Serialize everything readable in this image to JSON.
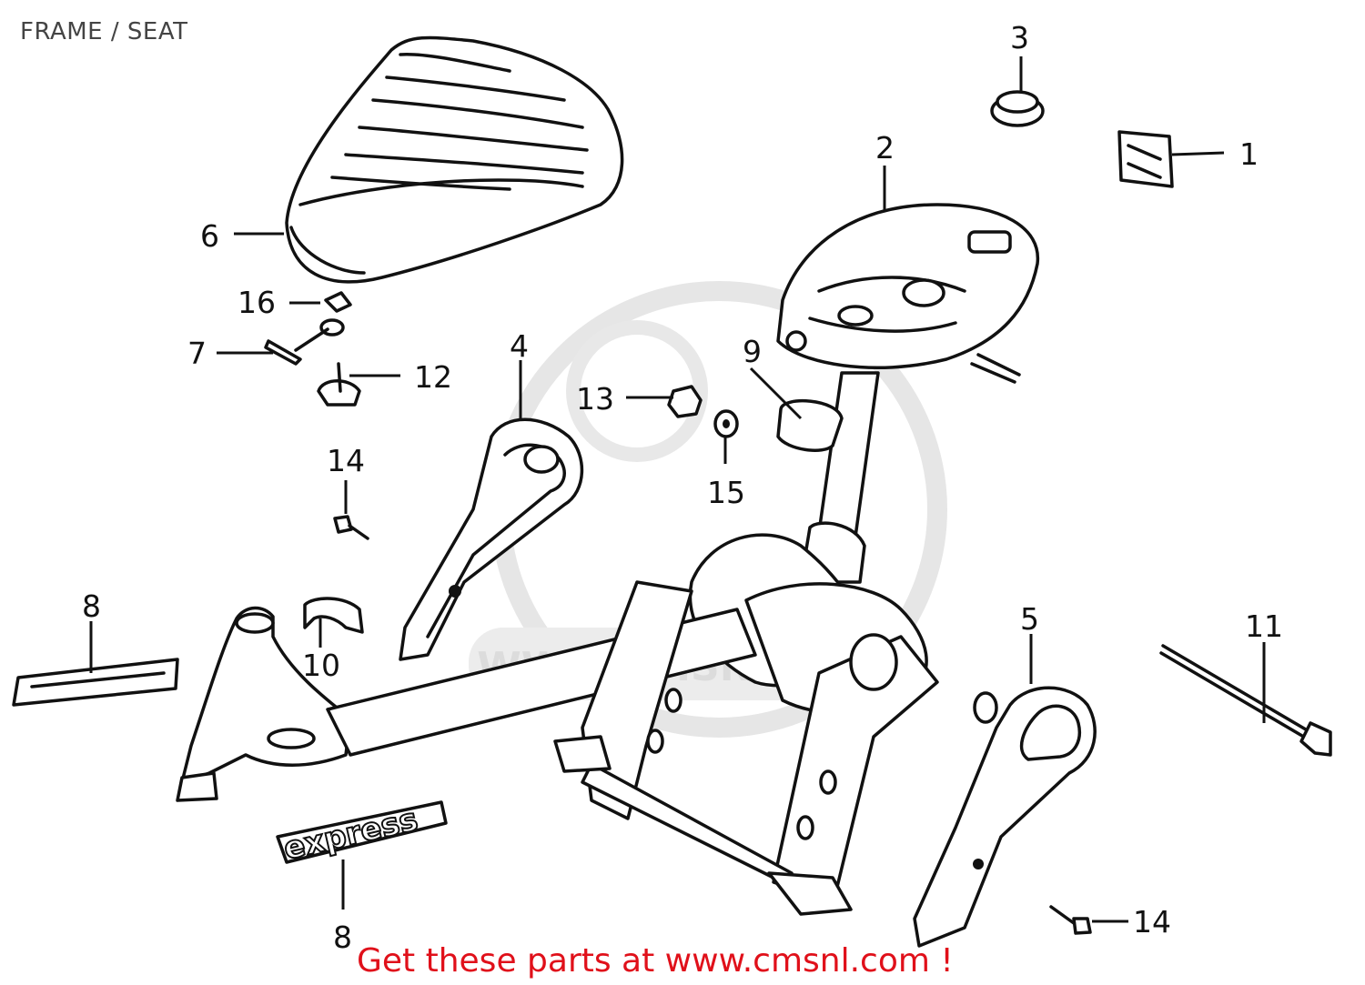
{
  "header": {
    "title": "FRAME / SEAT"
  },
  "watermark": {
    "text": "WWW.CMSNL.COM"
  },
  "footer": {
    "link_text": "Get these parts at www.cmsnl.com !"
  },
  "colors": {
    "footer_link": "#e0101a",
    "watermark": "#dcdcdc",
    "line_art": "#111111"
  },
  "callouts": {
    "c1": "1",
    "c2": "2",
    "c3": "3",
    "c4": "4",
    "c5": "5",
    "c6": "6",
    "c7": "7",
    "c8a": "8",
    "c8b": "8",
    "c9": "9",
    "c10": "10",
    "c11": "11",
    "c12": "12",
    "c13": "13",
    "c14a": "14",
    "c14b": "14",
    "c15": "15",
    "c16": "16"
  },
  "emblems": {
    "express": "express"
  }
}
